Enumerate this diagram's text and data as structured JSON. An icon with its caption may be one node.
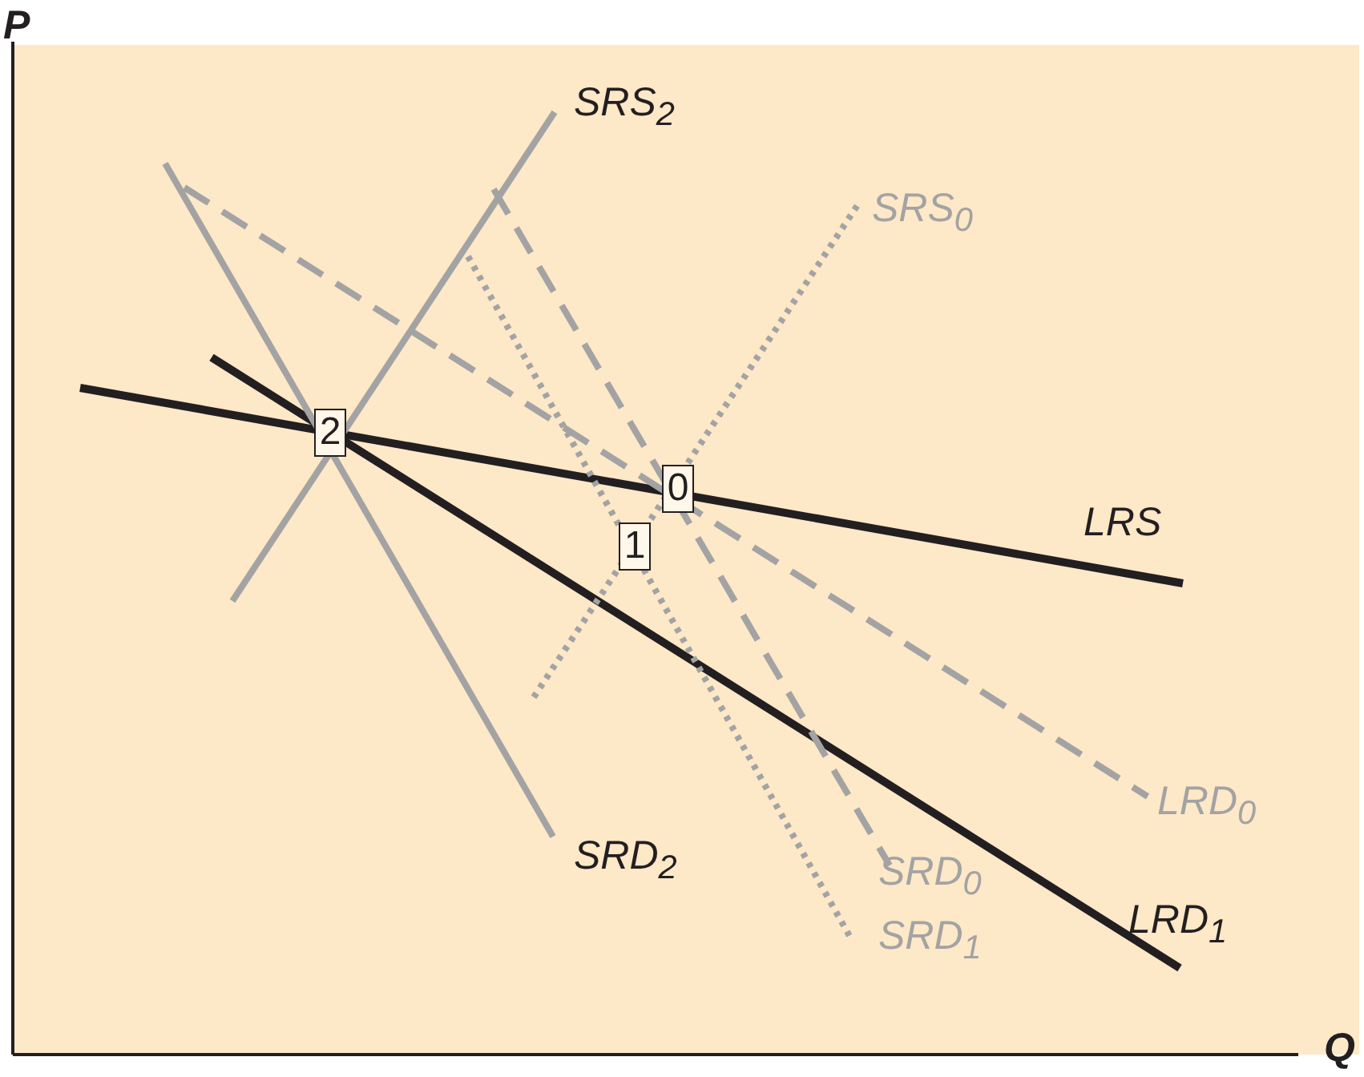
{
  "diagram": {
    "nodes": [
      {
        "text": [
          "2"
        ]
      },
      {
        "text": [
          "0"
        ]
      },
      {
        "text": [
          "1"
        ]
      }
    ],
    "labels": [
      "P",
      "SRS$_{2}$",
      "SRS$_{0}$",
      "LRS",
      "LRD$_{0}$",
      "SRD$_{2}$",
      "SRD$_{0}$",
      "SRD$_{1}$",
      "LRD$_{1}$",
      "Q"
    ]
  }
}
